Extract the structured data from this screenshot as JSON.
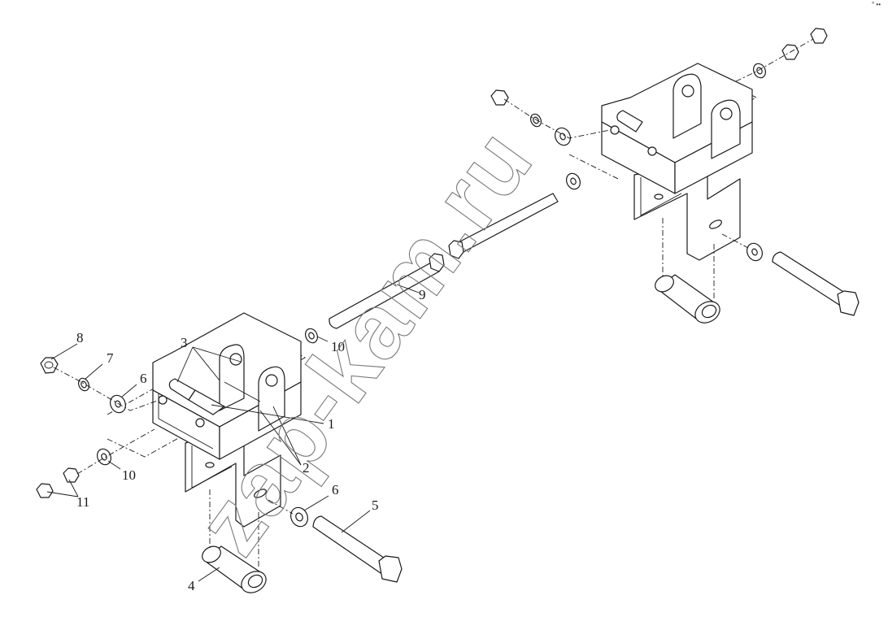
{
  "watermark": "zap-kam.ru",
  "corner_mark": "° ••",
  "callouts": {
    "c1": "1",
    "c2": "2",
    "c3": "3",
    "c4": "4",
    "c5": "5",
    "c6a": "6",
    "c6b": "6",
    "c7": "7",
    "c8": "8",
    "c9": "9",
    "c10a": "10",
    "c10b": "10",
    "c11": "11"
  }
}
